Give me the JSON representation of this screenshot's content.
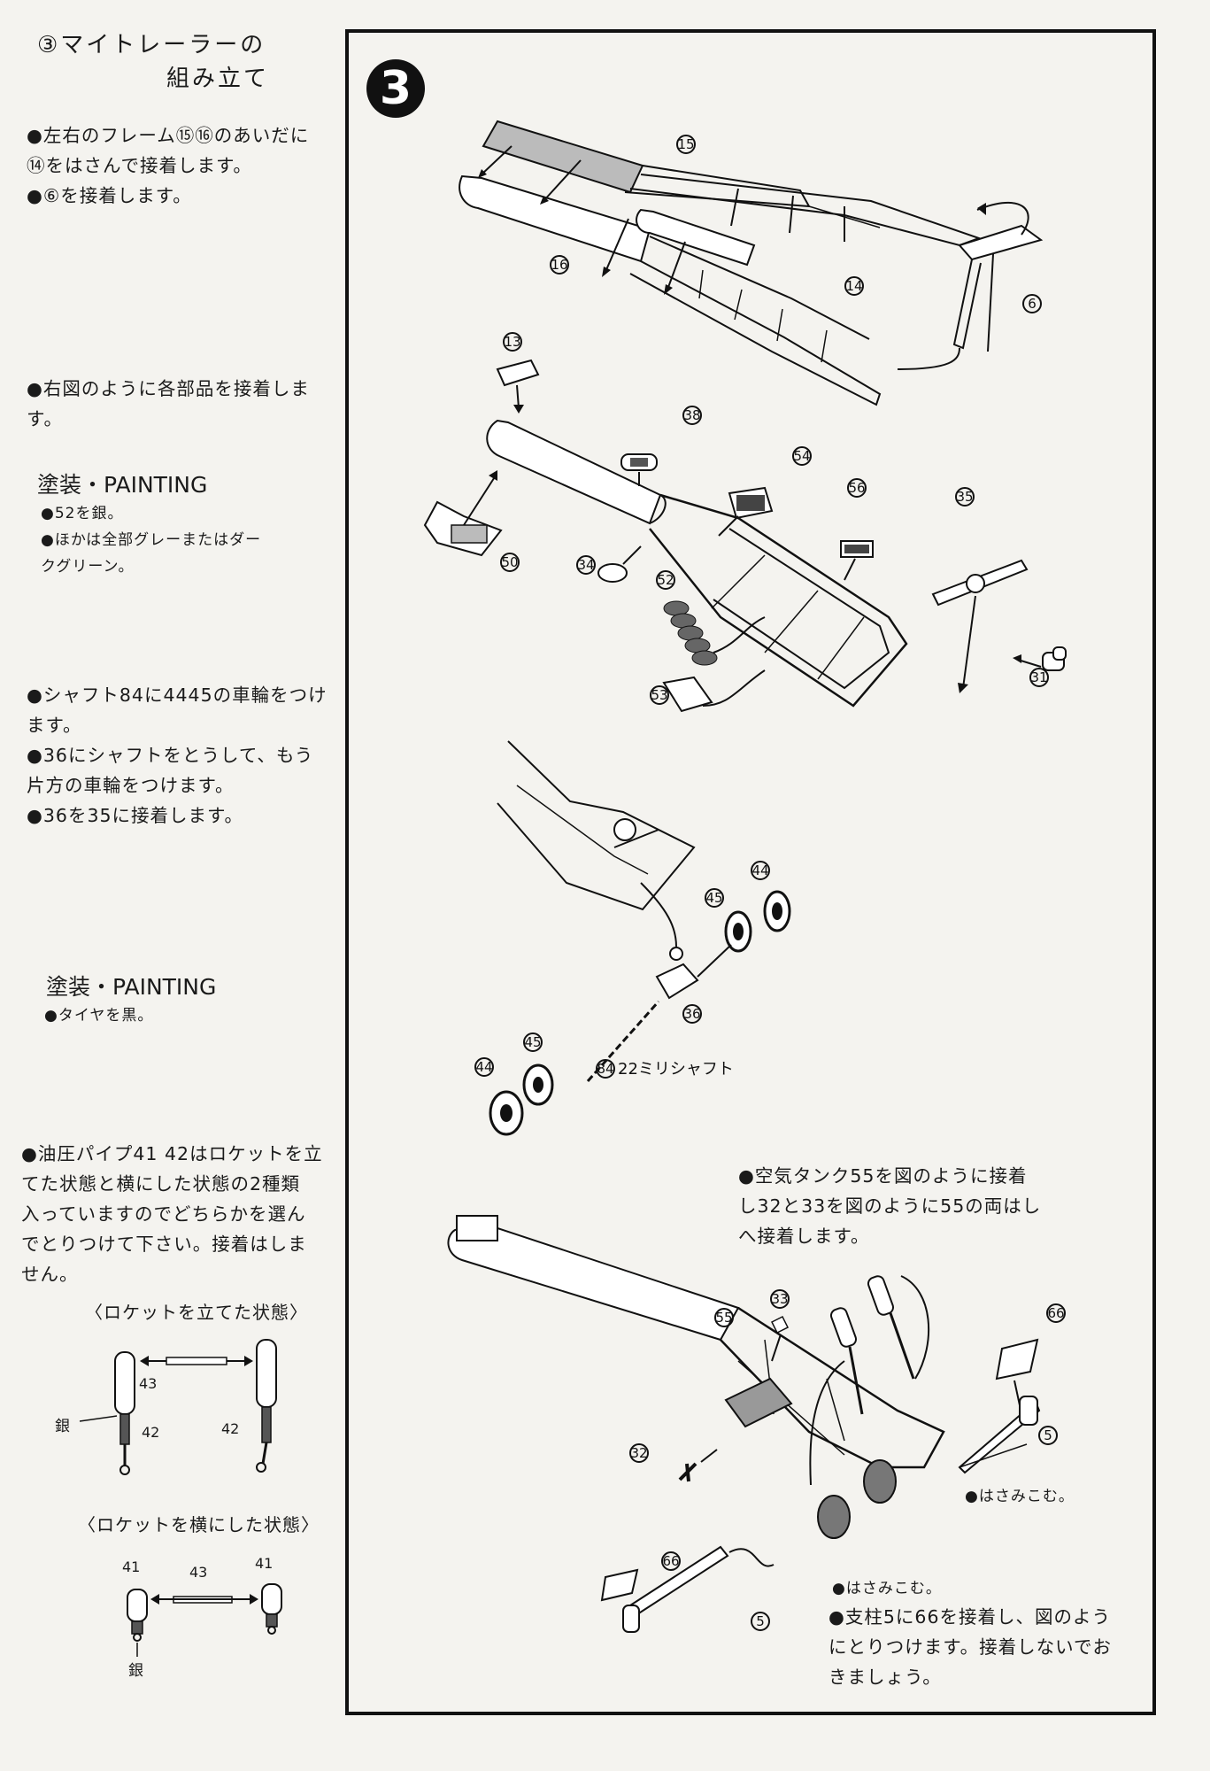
{
  "left": {
    "heading_line1": "③マイトレーラーの",
    "heading_line2": "組み立て",
    "step1_line1": "●左右のフレーム⑮⑯のあいだに",
    "step1_line2": "⑭をはさんで接着します。",
    "step1_line3": "●⑥を接着します。",
    "step2_line1": "●右図のように各部品を接着しま",
    "step2_line2": "す。",
    "paint1_title": "塗装・PAINTING",
    "paint1_line1": "●52を銀。",
    "paint1_line2": "●ほかは全部グレーまたはダー",
    "paint1_line3": "クグリーン。",
    "step3_line1": "●シャフト84に4445の車輪をつけ",
    "step3_line2": "ます。",
    "step3_line3": "●36にシャフトをとうして、もう",
    "step3_line4": "片方の車輪をつけます。",
    "step3_line5": "●36を35に接着します。",
    "paint2_title": "塗装・PAINTING",
    "paint2_line1": "●タイヤを黒。",
    "step4_line1": "●油圧パイプ41 42はロケットを立",
    "step4_line2": "てた状態と横にした状態の2種類",
    "step4_line3": "入っていますのでどちらかを選ん",
    "step4_line4": "でとりつけて下さい。接着はしま",
    "step4_line5": "せん。",
    "caption_upright": "〈ロケットを立てた状態〉",
    "caption_sideways": "〈ロケットを横にした状態〉",
    "label_silver": "銀",
    "label_silver2": "銀",
    "n43a": "43",
    "n42a": "42",
    "n42b": "42",
    "n41a": "41",
    "n41b": "41",
    "n43b": "43"
  },
  "panel": {
    "step_number": "3",
    "tank_line1": "●空気タンク55を図のように接着",
    "tank_line2": "し32と33を図のように55の両はし",
    "tank_line3": "へ接着します。",
    "hasami1": "●はさみこむ。",
    "hasami2": "●はさみこむ。",
    "strut_line1": "●支柱5に66を接着し、図のよう",
    "strut_line2": "にとりつけます。接着しないでお",
    "strut_line3": "きましょう。",
    "shaft_label": "22ミリシャフト",
    "parts": {
      "p15": "15",
      "p16": "16",
      "p14": "14",
      "p6": "6",
      "p13": "13",
      "p38": "38",
      "p54": "54",
      "p56": "56",
      "p35": "35",
      "p50": "50",
      "p34": "34",
      "p52": "52",
      "p53": "53",
      "p31": "31",
      "p44a": "44",
      "p45a": "45",
      "p36": "36",
      "p45b": "45",
      "p44b": "44",
      "p84": "84",
      "p33": "33",
      "p55": "55",
      "p66a": "66",
      "p5a": "5",
      "p32": "32",
      "p66b": "66",
      "p5b": "5"
    }
  }
}
